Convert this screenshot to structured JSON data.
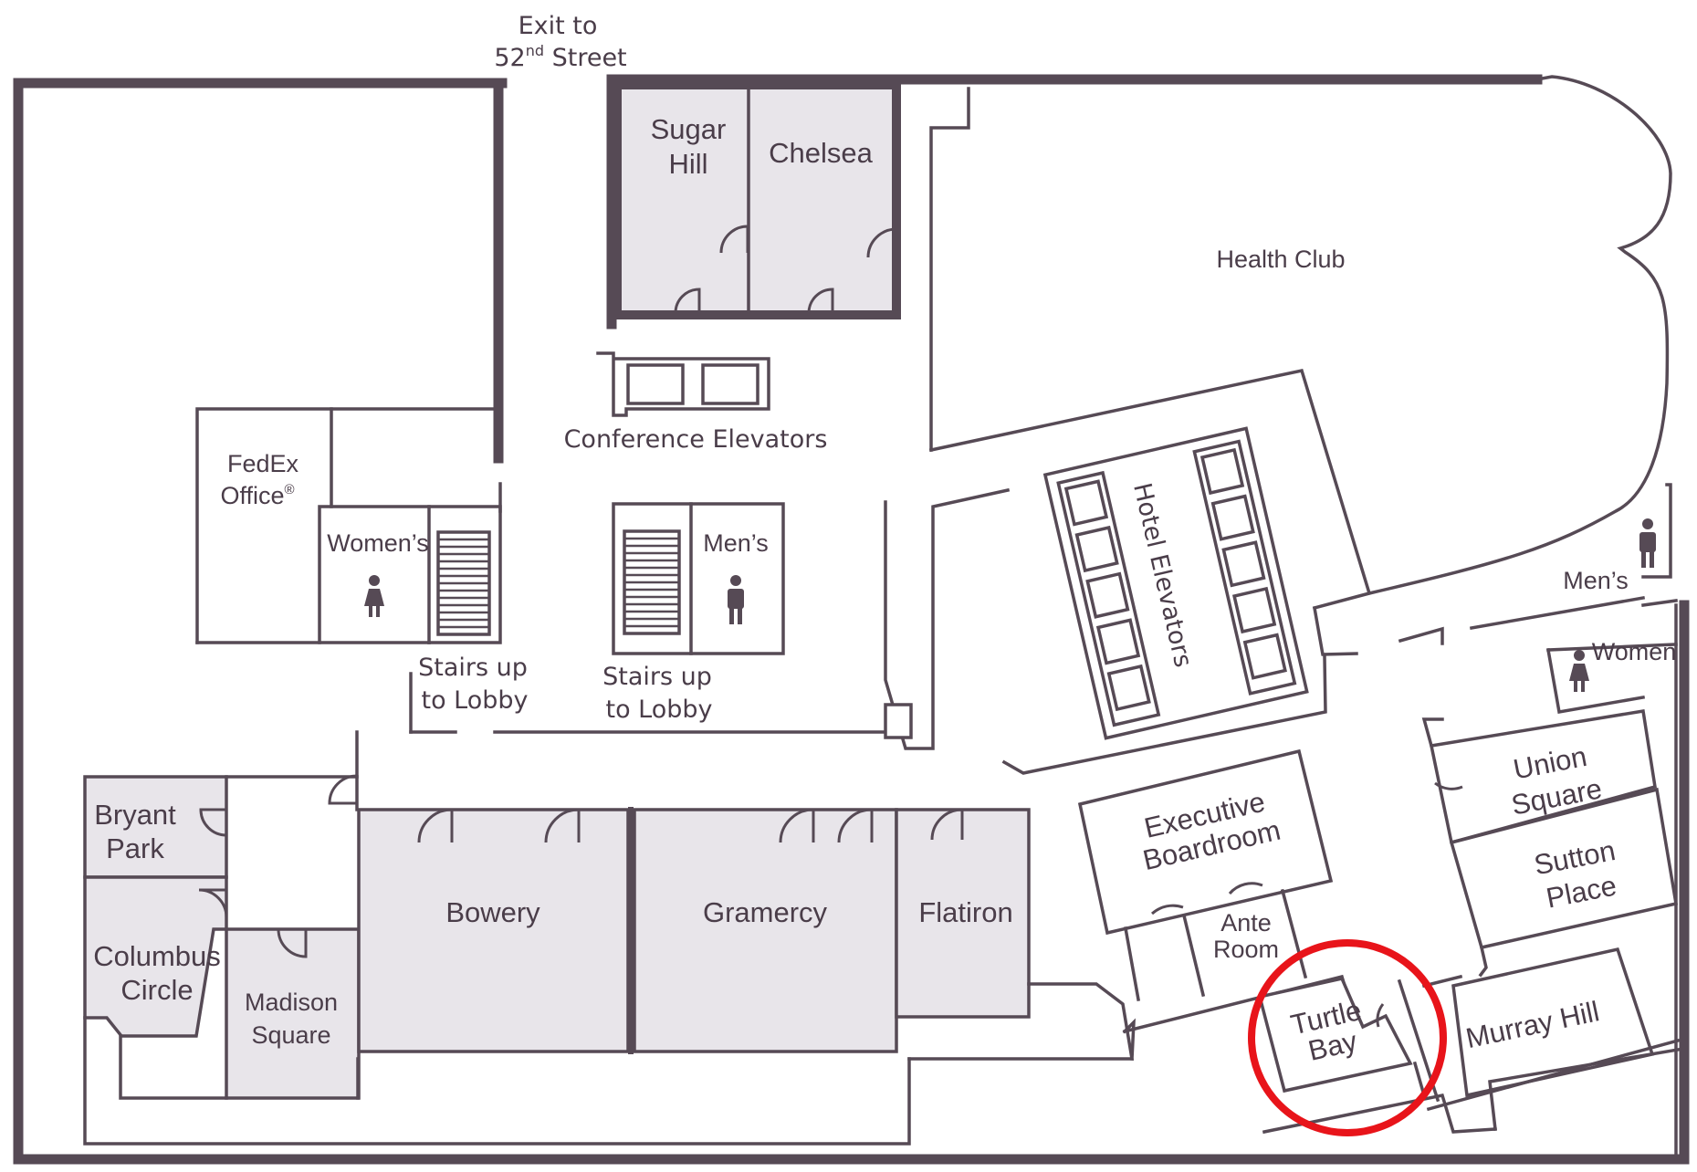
{
  "map": {
    "exit": {
      "line1": "Exit to",
      "line2_num": "52",
      "line2_sup": "nd",
      "line2_rest": " Street"
    },
    "rooms": {
      "sugar_hill": [
        "Sugar",
        "Hill"
      ],
      "chelsea": "Chelsea",
      "health_club": "Health Club",
      "conference_elevators": "Conference Elevators",
      "fedex": [
        "FedEx",
        "Office",
        "®"
      ],
      "womens_left": "Women’s",
      "mens_center": "Men’s",
      "stairs_left": [
        "Stairs up",
        "to Lobby"
      ],
      "stairs_center": [
        "Stairs up",
        "to Lobby"
      ],
      "hotel_elevators": "Hotel Elevators",
      "mens_right": "Men’s",
      "women_right": "Women",
      "bryant_park": [
        "Bryant",
        "Park"
      ],
      "columbus_circle": [
        "Columbus",
        "Circle"
      ],
      "madison_square": [
        "Madison",
        "Square"
      ],
      "bowery": "Bowery",
      "gramercy": "Gramercy",
      "flatiron": "Flatiron",
      "executive_boardroom": [
        "Executive",
        "Boardroom"
      ],
      "ante_room": [
        "Ante",
        "Room"
      ],
      "union_square": [
        "Union",
        "Square"
      ],
      "sutton_place": [
        "Sutton",
        "Place"
      ],
      "turtle_bay": [
        "Turtle",
        "Bay"
      ],
      "murray_hill": "Murray Hill"
    },
    "highlight": {
      "target": "Turtle Bay",
      "color": "#e8141a"
    },
    "colors": {
      "wall": "#564a55",
      "room_fill": "#e8e5ea",
      "text": "#4a3d49"
    },
    "icons": [
      "restroom-women-icon",
      "restroom-men-icon",
      "stairs-icon",
      "elevator-icon",
      "door-swing-icon"
    ]
  }
}
